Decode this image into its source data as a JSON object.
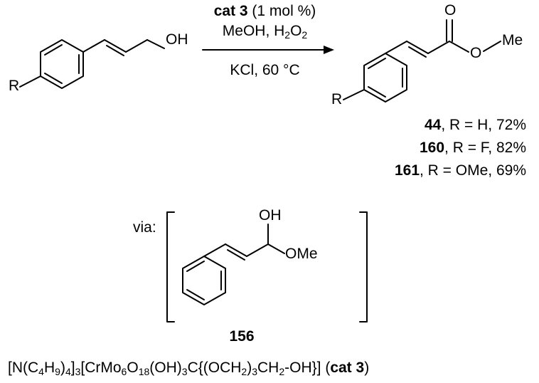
{
  "reagents": {
    "line1_cat": "cat 3",
    "line1_rest": " (1 mol %)",
    "line2_a": "MeOH, H",
    "line2_sub": "2",
    "line2_b": "O",
    "line2_sub2": "2",
    "line3": "KCl, 60 °C"
  },
  "atoms": {
    "oh_start": "OH",
    "r_start": "R",
    "o_carbonyl": "O",
    "ome_ester": "O",
    "me_ester": "Me",
    "r_product": "R",
    "oh_inter": "OH",
    "ome_inter": "OMe"
  },
  "products": [
    {
      "id": "44",
      "text": ", R = H, 72%"
    },
    {
      "id": "160",
      "text": ", R = F, 82%"
    },
    {
      "id": "161",
      "text": ", R = OMe, 69%"
    }
  ],
  "intermediate": {
    "via": "via:",
    "id": "156"
  },
  "formula": {
    "p1": "[N(C",
    "s1": "4",
    "p2": "H",
    "s2": "9",
    "p3": ")",
    "s3": "4",
    "p4": "]",
    "s4": "3",
    "p5": "[CrMo",
    "s5": "6",
    "p6": "O",
    "s6": "18",
    "p7": "(OH)",
    "s7": "3",
    "p8": "C{(OCH",
    "s8": "2",
    "p9": ")",
    "s9": "3",
    "p10": "CH",
    "s10": "2",
    "p11": "-OH}] (",
    "cat": "cat 3",
    "p12": ")"
  }
}
